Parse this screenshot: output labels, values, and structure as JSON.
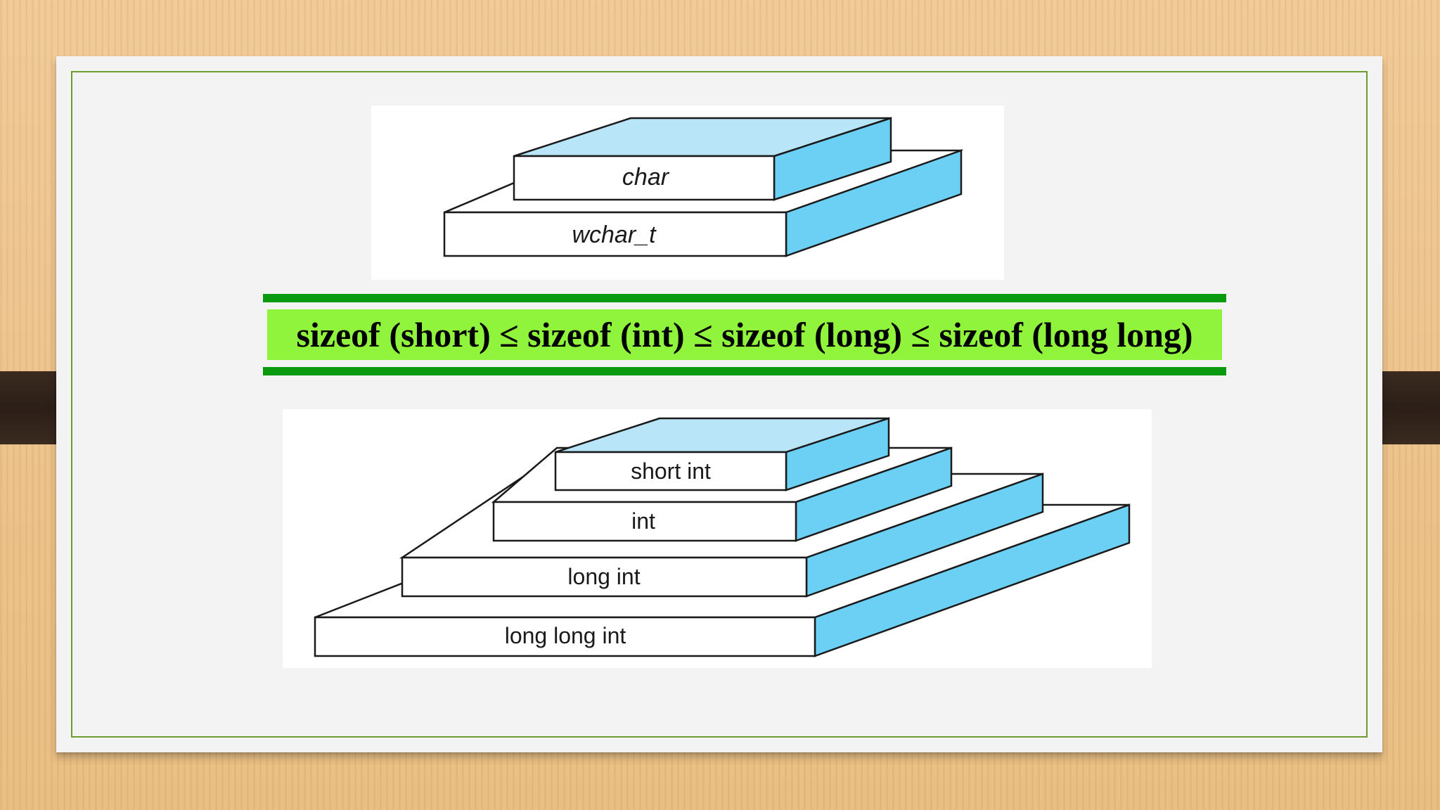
{
  "colors": {
    "block_top": "#b8e5f8",
    "block_side": "#6ccff4",
    "formula_band": "#90f43c",
    "formula_rule": "#0a9a10",
    "slide_border": "#6e9b30"
  },
  "top_diagram": {
    "layers": [
      {
        "label": "char"
      },
      {
        "label": "wchar_t"
      }
    ]
  },
  "formula": "sizeof (short) ≤ sizeof (int) ≤ sizeof (long) ≤ sizeof (long long)",
  "bottom_diagram": {
    "layers": [
      {
        "label": "short int"
      },
      {
        "label": "int"
      },
      {
        "label": "long int"
      },
      {
        "label": "long long int"
      }
    ]
  }
}
